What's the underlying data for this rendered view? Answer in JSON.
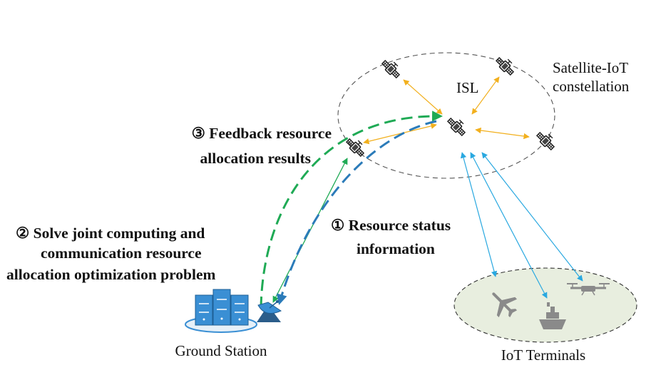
{
  "diagram": {
    "constellation_label_line1": "Satellite-IoT",
    "constellation_label_line2": "constellation",
    "isl_label": "ISL",
    "step3_line1": "③ Feedback resource",
    "step3_line2": "allocation results",
    "step2_line1": "② Solve joint computing and",
    "step2_line2": "communication resource",
    "step2_line3": "allocation optimization problem",
    "step1_line1": "① Resource status",
    "step1_line2": "information",
    "ground_station_label": "Ground Station",
    "iot_terminals_label": "IoT Terminals",
    "icons": [
      "satellite-icon",
      "server-rack-icon",
      "satellite-dish-icon",
      "airplane-icon",
      "ship-icon",
      "drone-icon"
    ],
    "colors": {
      "isl_link": "#f2b01e",
      "iot_link": "#29a8e0",
      "ground_link": "#1faa55",
      "feedback_arrow": "#1faa55",
      "status_arrow": "#2b7bb9",
      "server": "#3a8fd4",
      "terminal_area": "#e8eedf",
      "terminal_icons": "#8a8a8a"
    }
  }
}
